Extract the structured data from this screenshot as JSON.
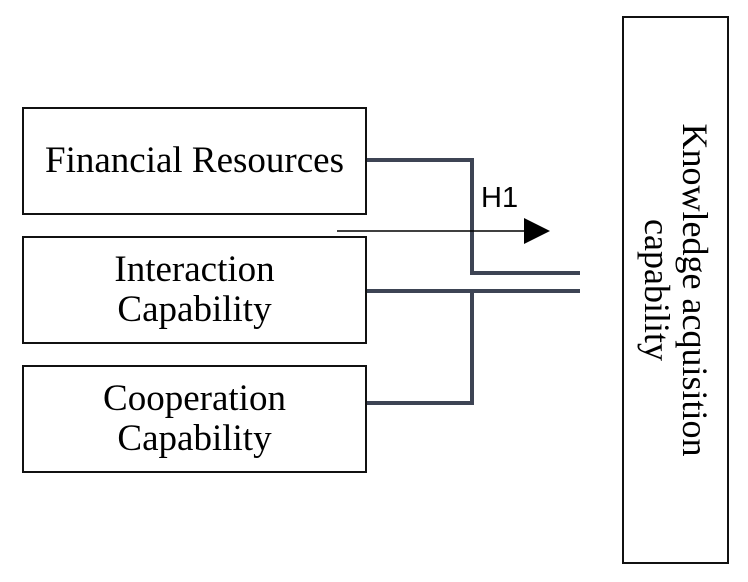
{
  "boxes": {
    "financial": {
      "label": "Financial Resources"
    },
    "interaction": {
      "line1": "Interaction",
      "line2": "Capability"
    },
    "cooperation": {
      "line1": "Cooperation",
      "line2": "Capability"
    },
    "knowledge": {
      "line1": "Knowledge acquisition",
      "line2": "capability"
    }
  },
  "hypothesis": {
    "label": "H1"
  },
  "colors": {
    "box_border": "#111111",
    "connector": "#3d4454",
    "arrow": "#000000"
  }
}
